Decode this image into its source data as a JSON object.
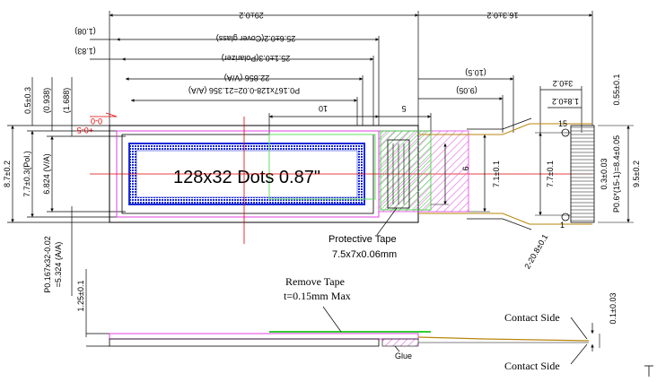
{
  "top_dims": {
    "overall": "29±0.2",
    "right": "16.3±0.2",
    "cover_glass": "25.6±0.2(Cover glass)",
    "polarizer": "25.1±0.3(Polarizer)",
    "va": "22.856 (V/A)",
    "pitch_aa": "P0.167x128-0.02=21.356 (A/A)",
    "offset_1": "(1.08)",
    "offset_2": "(1.83)",
    "d_10_5": "(10.5)",
    "d_9_05": "(9.05)",
    "d_10": "10",
    "d_5": "5",
    "d_3": "3±0.2",
    "d_1_8": "1.8±0.2",
    "d_0_55": "0.55±0.1"
  },
  "left_dims": {
    "d_0_5": "0.5±0.3",
    "d_0_938": "(0.938)",
    "d_1_688": "(1.688)",
    "h_total": "8.7±0.2",
    "h_pol": "7.7±0.3(Pol.)",
    "h_va": "6.824 (V/A)",
    "pitch_v": "P0.167x32-0.02",
    "pitch_v2": "=5.324 (A/A)",
    "d_1_25": "1.25±0.1"
  },
  "right_dims": {
    "d_6": "6",
    "d_7_1": "7.1±0.1",
    "d_7_7": "7.7±0.1",
    "d_0_3": "0.3±0.03",
    "pitch_pins": "P0.6*(15-1)=8.4±0.05",
    "d_9_5": "9.5±0.2",
    "radius": "2-20.8±0.1",
    "d_0_1": "0.1±0.03",
    "pin_15": "15",
    "pin_1": "1"
  },
  "markers": {
    "zero_h": "0-0",
    "zero_v": "+0-5"
  },
  "display_text": "128x32 Dots 0.87\"",
  "protective_tape": {
    "title": "Protective Tape",
    "size": "7.5x7x0.06mm"
  },
  "remove_tape": {
    "title": "Remove Tape",
    "thickness": "t=0.15mm Max"
  },
  "side_view": {
    "contact_top": "Contact Side",
    "contact_bottom": "Contact Side",
    "glue": "Glue"
  },
  "colors": {
    "outline": "#000000",
    "blue": "#1a2bd8",
    "magenta": "#e040e0",
    "green": "#33cc33",
    "red": "#e00000",
    "fpc": "#b8860b",
    "tan": "#c89060"
  }
}
